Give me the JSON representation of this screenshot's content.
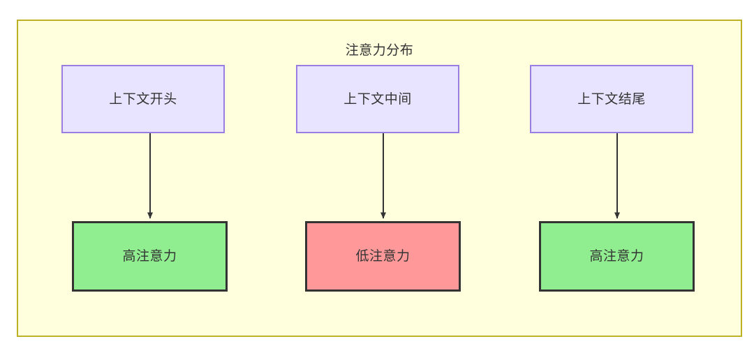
{
  "diagram": {
    "title": "注意力分布",
    "container": {
      "background_color": "#ffffde",
      "border_color": "#bdb125"
    },
    "columns": [
      {
        "source": {
          "label": "上下文开头",
          "fill_color": "#e8e4ff",
          "border_color": "#9a7de0"
        },
        "target": {
          "label": "高注意力",
          "fill_color": "#90ee90",
          "border_color": "#333333"
        },
        "edge": {
          "arrow": "down",
          "color": "#333333"
        }
      },
      {
        "source": {
          "label": "上下文中间",
          "fill_color": "#e8e4ff",
          "border_color": "#9a7de0"
        },
        "target": {
          "label": "低注意力",
          "fill_color": "#ff9999",
          "border_color": "#333333"
        },
        "edge": {
          "arrow": "down",
          "color": "#333333"
        }
      },
      {
        "source": {
          "label": "上下文结尾",
          "fill_color": "#e8e4ff",
          "border_color": "#9a7de0"
        },
        "target": {
          "label": "高注意力",
          "fill_color": "#90ee90",
          "border_color": "#333333"
        },
        "edge": {
          "arrow": "down",
          "color": "#333333"
        }
      }
    ]
  }
}
